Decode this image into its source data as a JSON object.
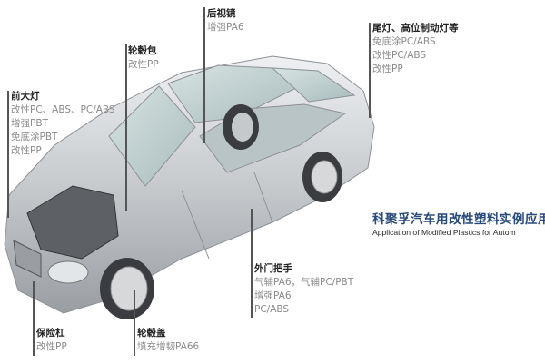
{
  "title": "科聚孚汽车用改性塑料实例应用",
  "subtitle": "Application of Modified Plastics for Autom",
  "callouts": {
    "mirror": {
      "heading": "后视镜",
      "lines": [
        "增强PA6"
      ]
    },
    "wheel_arch": {
      "heading": "轮毂包",
      "lines": [
        "改性PP"
      ]
    },
    "headlamp": {
      "heading": "前大灯",
      "lines": [
        "改性PC、ABS、PC/ABS",
        "增强PBT",
        "免底涂PBT",
        "改性PP"
      ]
    },
    "tail_lamp": {
      "heading": "尾灯、高位制动灯等",
      "lines": [
        "免底涂PC/ABS",
        "改性PC/ABS",
        "改性PP"
      ]
    },
    "door_handle": {
      "heading": "外门把手",
      "lines": [
        "气辅PA6，气辅PC/PBT",
        "增强PA6",
        "PC/ABS"
      ]
    },
    "bumper": {
      "heading": "保险杠",
      "lines": [
        "改性PP"
      ]
    },
    "wheel_cover": {
      "heading": "轮毂盖",
      "lines": [
        "填充增韧PA66"
      ]
    }
  },
  "colors": {
    "title": "#274a7c",
    "car_body": "#c9ccd0",
    "leader_line": "#555555"
  }
}
